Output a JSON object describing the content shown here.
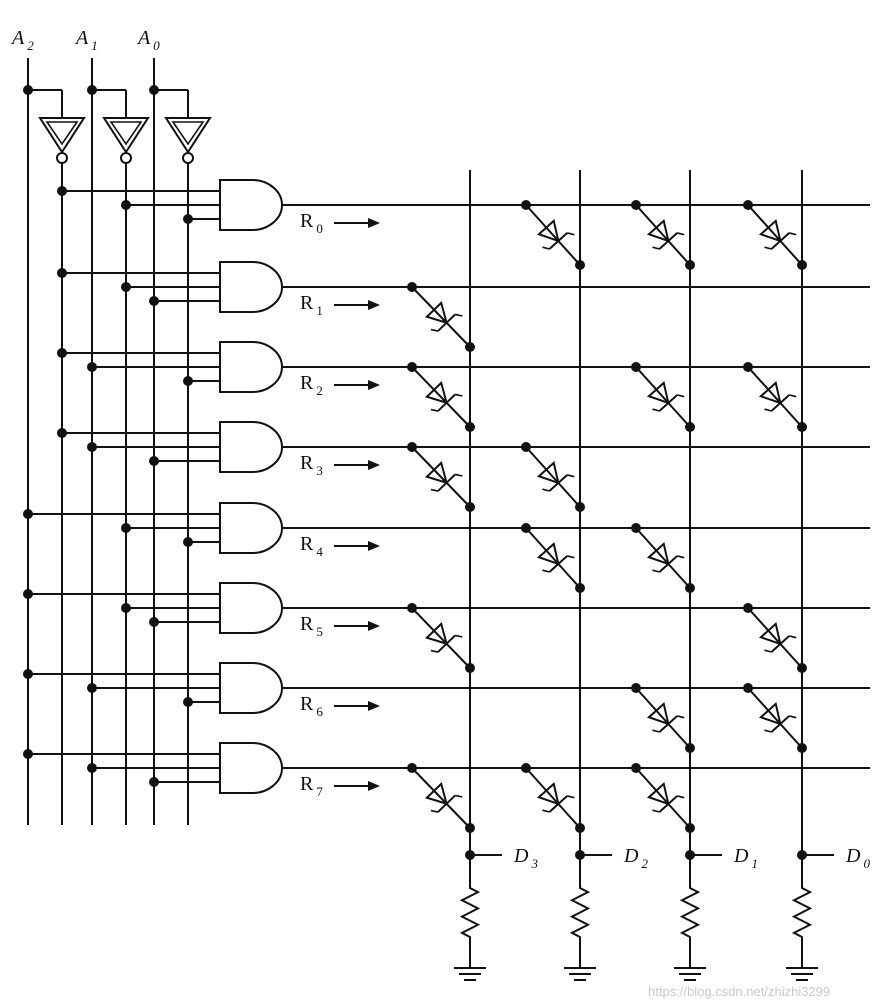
{
  "address_inputs": [
    {
      "letter": "A",
      "sub": "2"
    },
    {
      "letter": "A",
      "sub": "1"
    },
    {
      "letter": "A",
      "sub": "0"
    }
  ],
  "rows": [
    {
      "letter": "R",
      "sub": "0"
    },
    {
      "letter": "R",
      "sub": "1"
    },
    {
      "letter": "R",
      "sub": "2"
    },
    {
      "letter": "R",
      "sub": "3"
    },
    {
      "letter": "R",
      "sub": "4"
    },
    {
      "letter": "R",
      "sub": "5"
    },
    {
      "letter": "R",
      "sub": "6"
    },
    {
      "letter": "R",
      "sub": "7"
    }
  ],
  "outputs": [
    {
      "letter": "D",
      "sub": "3"
    },
    {
      "letter": "D",
      "sub": "2"
    },
    {
      "letter": "D",
      "sub": "1"
    },
    {
      "letter": "D",
      "sub": "0"
    }
  ],
  "diode_matrix": [
    [
      0,
      1,
      1,
      1
    ],
    [
      1,
      0,
      0,
      0
    ],
    [
      1,
      0,
      1,
      1
    ],
    [
      1,
      1,
      0,
      0
    ],
    [
      0,
      1,
      1,
      0
    ],
    [
      1,
      0,
      0,
      1
    ],
    [
      0,
      0,
      1,
      1
    ],
    [
      1,
      1,
      1,
      0
    ]
  ],
  "watermark": "https://blog.csdn.net/zhizhi3299"
}
